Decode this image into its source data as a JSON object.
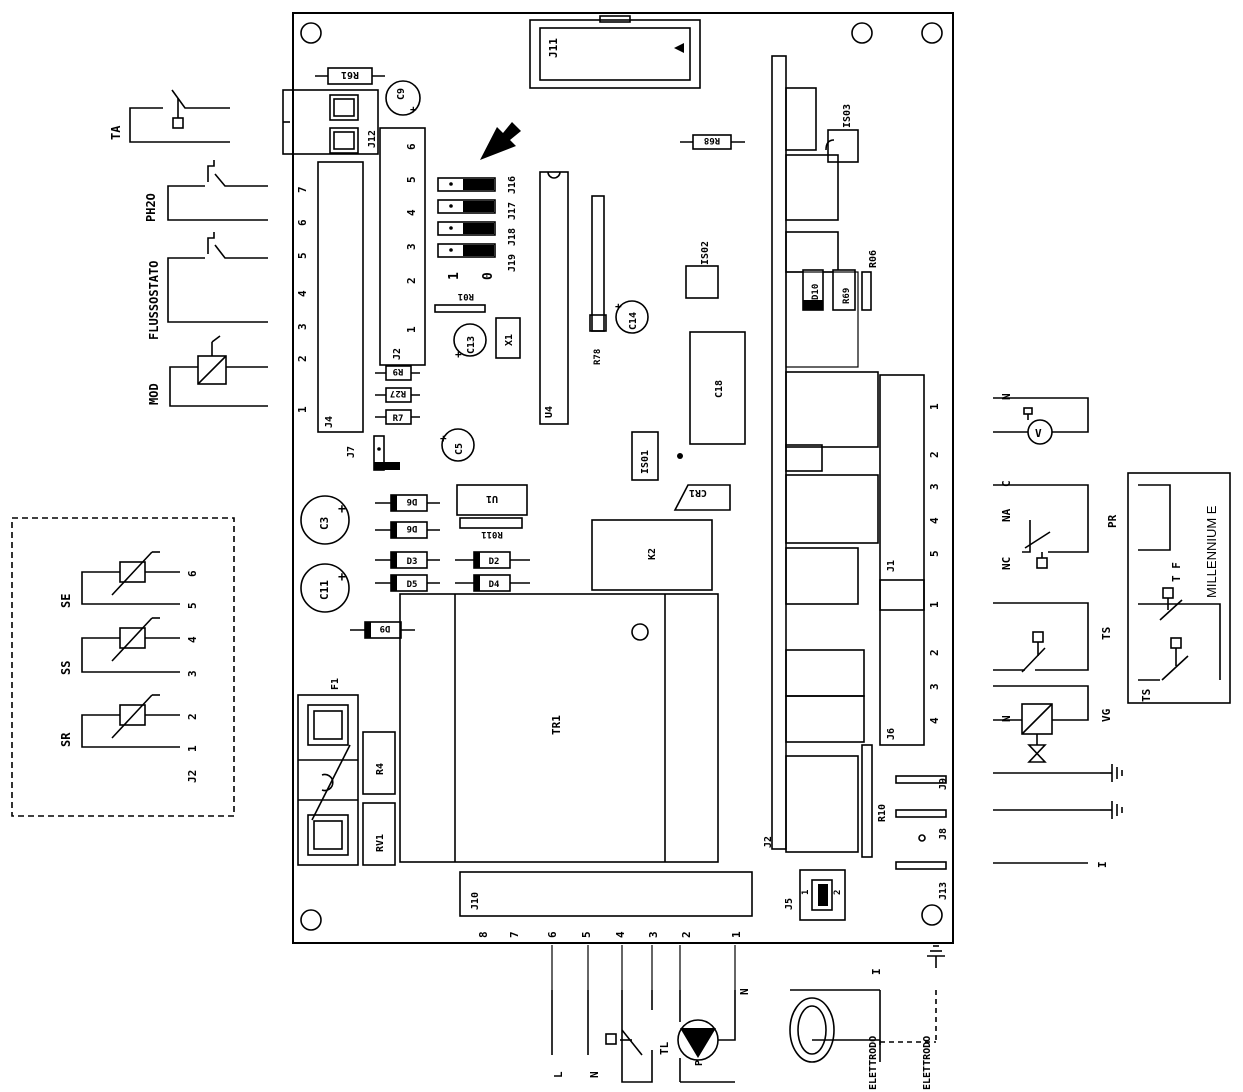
{
  "title": "",
  "board": {
    "components": {
      "J11": "J11",
      "R61": "R61",
      "C9": "C9",
      "J12": "J12",
      "IS03": "IS03",
      "R68": "R68",
      "J16": "J16",
      "J17": "J17",
      "J18": "J18",
      "J19": "J19",
      "J7": "J7",
      "J4": "J4",
      "J2": "J2",
      "R01": "R01",
      "X1": "X1",
      "C13": "C13",
      "C14": "C14",
      "R78": "R78",
      "IS02": "IS02",
      "D10": "D10",
      "R69": "R69",
      "R06": "R06",
      "R9": "R9",
      "R27": "R27",
      "R7": "R7",
      "C5": "C5",
      "U4": "U4",
      "C18": "C18",
      "IS01": "IS01",
      "C3": "C3",
      "C11": "C11",
      "D6a": "D6",
      "D6b": "D6",
      "D3": "D3",
      "D2": "D2",
      "D5": "D5",
      "D4": "D4",
      "D9": "D9",
      "U1": "U1",
      "R011": "R011",
      "CR1": "CR1",
      "K2": "K2",
      "TR1": "TR1",
      "F1": "F1",
      "R4": "R4",
      "RV1": "RV1",
      "J10": "J10",
      "J5": "J5",
      "J2b": "J2",
      "J1": "J1",
      "J6": "J6",
      "R10": "R10",
      "J9": "J9",
      "J8": "J8",
      "J13": "J13"
    },
    "j2_pins": [
      "1",
      "2",
      "3",
      "4",
      "5",
      "6"
    ],
    "j4_pins": [
      "1",
      "2",
      "3",
      "4",
      "5",
      "6",
      "7"
    ],
    "jumper_values": [
      "1",
      "0"
    ],
    "j10_pins": [
      "8",
      "7",
      "6",
      "5",
      "4",
      "3",
      "2",
      "1"
    ],
    "j1_pins": [
      "1",
      "2",
      "3",
      "4",
      "5"
    ],
    "j6_pins": [
      "1",
      "2",
      "3",
      "4"
    ],
    "j5_pins": [
      "1",
      "2"
    ]
  },
  "left": {
    "TA": "TA",
    "PH2O": "PH2O",
    "FLUSSOSTATO": "FLUSSOSTATO",
    "MOD": "MOD"
  },
  "sensors": {
    "SE": "SE",
    "SS": "SS",
    "SR": "SR",
    "J2": "J2",
    "pins": [
      "6",
      "5",
      "4",
      "3",
      "2",
      "1"
    ]
  },
  "right": {
    "N1": "N",
    "C": "C",
    "NA": "NA",
    "NC": "NC",
    "PR": "PR",
    "TS": "TS",
    "N2": "N",
    "VG": "VG",
    "I": "I"
  },
  "millennium": {
    "title": "MILLENNIUM E",
    "TF": "T F",
    "TS": "TS"
  },
  "bottom": {
    "L": "L",
    "N1": "N",
    "TL": "TL",
    "P": "P",
    "N2": "N",
    "I": "I",
    "EL1": "ELETTRODO",
    "EL2": "ELETTRODO"
  }
}
